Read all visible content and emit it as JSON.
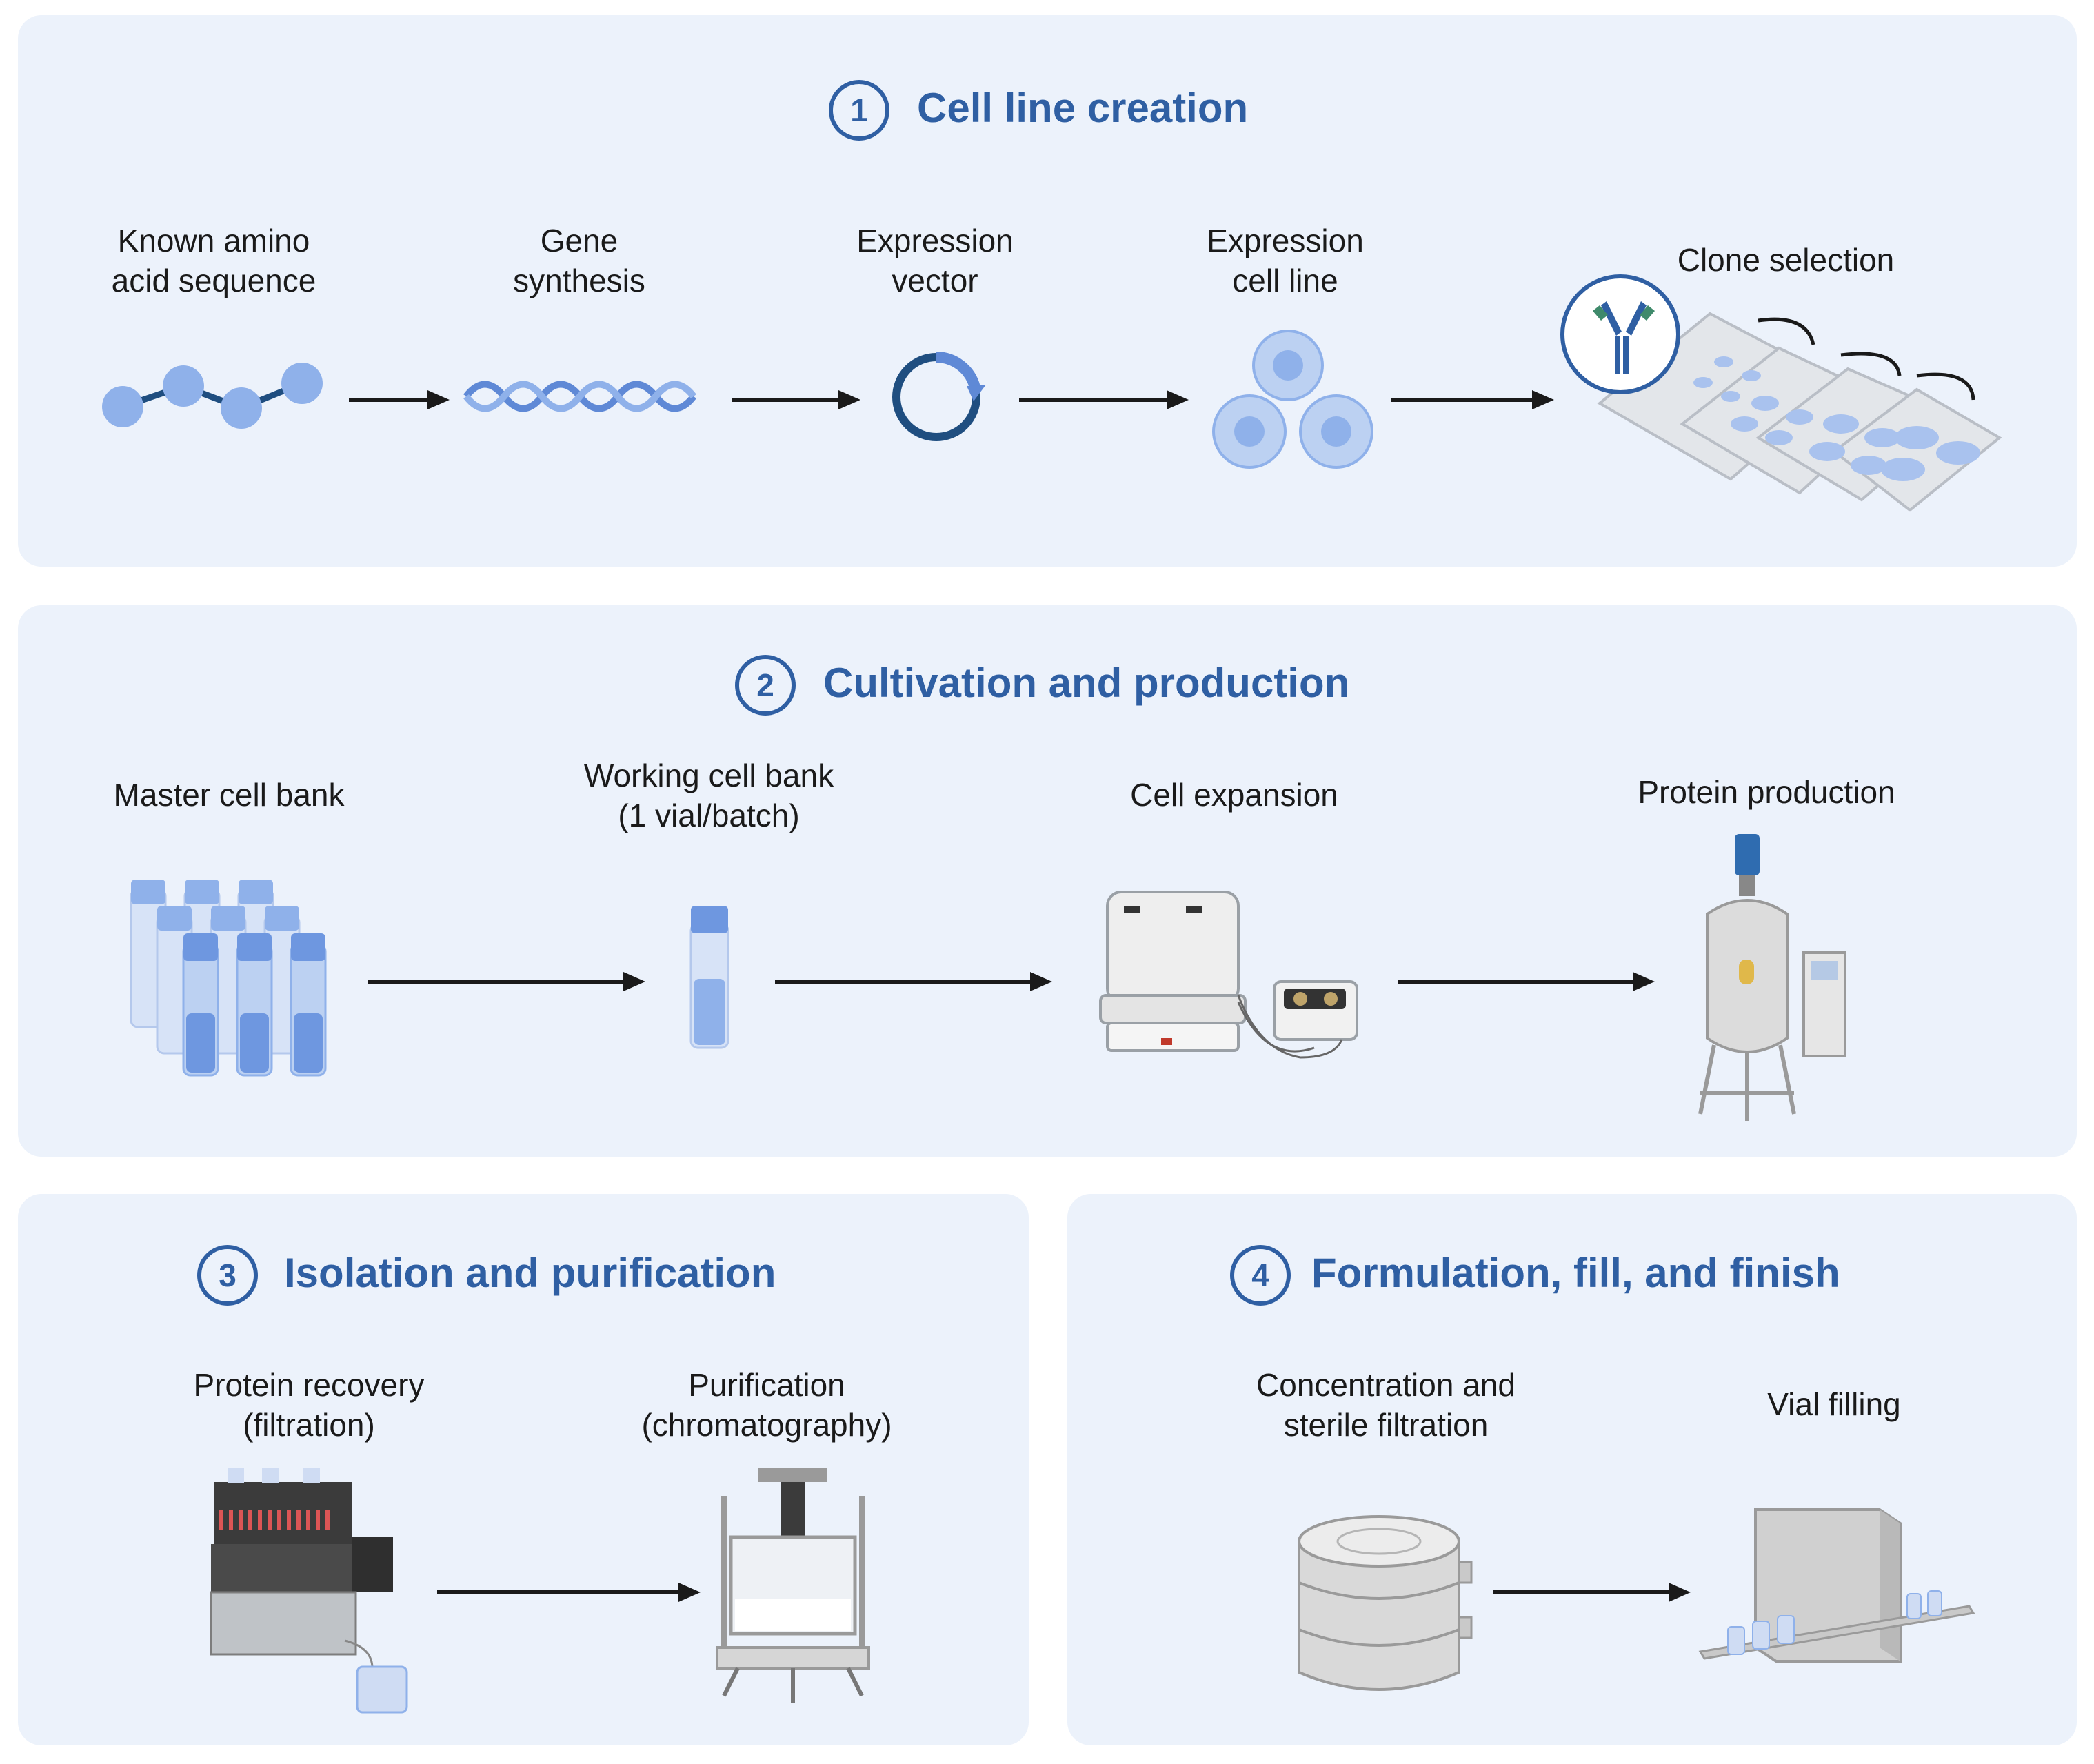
{
  "colors": {
    "panel_bg": "#ecf2fb",
    "accent": "#2f5fa3",
    "icon_blue": "#8fb1ea",
    "icon_dark": "#1f4e80",
    "arrow": "#1a1a1a"
  },
  "section1": {
    "number": "1",
    "title": "Cell line creation",
    "steps": [
      {
        "line1": "Known amino",
        "line2": "acid sequence",
        "icon": "amino-acid-chain-icon"
      },
      {
        "line1": "Gene",
        "line2": "synthesis",
        "icon": "dna-helix-icon"
      },
      {
        "line1": "Expression",
        "line2": "vector",
        "icon": "plasmid-icon"
      },
      {
        "line1": "Expression",
        "line2": "cell line",
        "icon": "cells-icon"
      },
      {
        "line1": "Clone selection",
        "line2": "",
        "icon": "well-plates-icon"
      }
    ]
  },
  "section2": {
    "number": "2",
    "title": "Cultivation and production",
    "steps": [
      {
        "line1": "Master cell bank",
        "line2": "",
        "icon": "cryovials-icon"
      },
      {
        "line1": "Working cell bank",
        "line2": "(1 vial/batch)",
        "icon": "single-vial-icon"
      },
      {
        "line1": "Cell expansion",
        "line2": "",
        "icon": "wave-bioreactor-icon"
      },
      {
        "line1": "Protein production",
        "line2": "",
        "icon": "bioreactor-tank-icon"
      }
    ]
  },
  "section3": {
    "number": "3",
    "title": "Isolation and purification",
    "steps": [
      {
        "line1": "Protein recovery",
        "line2": "(filtration)",
        "icon": "filtration-system-icon"
      },
      {
        "line1": "Purification",
        "line2": "(chromatography)",
        "icon": "chromatography-column-icon"
      }
    ]
  },
  "section4": {
    "number": "4",
    "title": "Formulation, fill, and finish",
    "steps": [
      {
        "line1": "Concentration and",
        "line2": "sterile filtration",
        "icon": "filter-cassette-icon"
      },
      {
        "line1": "Vial filling",
        "line2": "",
        "icon": "vial-filling-machine-icon"
      }
    ]
  }
}
